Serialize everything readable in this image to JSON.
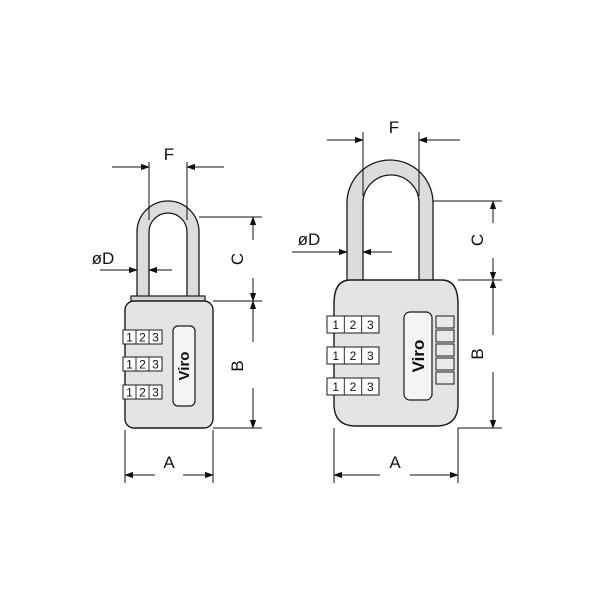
{
  "figure": {
    "left": {
      "labels": {
        "A": "A",
        "B": "B",
        "C": "C",
        "F": "F",
        "D": "øD"
      },
      "dials": [
        [
          "1",
          "2",
          "3"
        ],
        [
          "1",
          "2",
          "3"
        ],
        [
          "1",
          "2",
          "3"
        ]
      ],
      "brand": "Viro"
    },
    "right": {
      "labels": {
        "A": "A",
        "B": "B",
        "C": "C",
        "F": "F",
        "D": "øD"
      },
      "dials": [
        [
          "1",
          "2",
          "3"
        ],
        [
          "1",
          "2",
          "3"
        ],
        [
          "1",
          "2",
          "3"
        ]
      ],
      "brand": "Viro"
    }
  },
  "colors": {
    "body_fill": "#e4e4e4",
    "shackle_fill": "#dcdcdc",
    "stroke": "#1a1a1a",
    "label_panel": "#f4f4f4"
  }
}
